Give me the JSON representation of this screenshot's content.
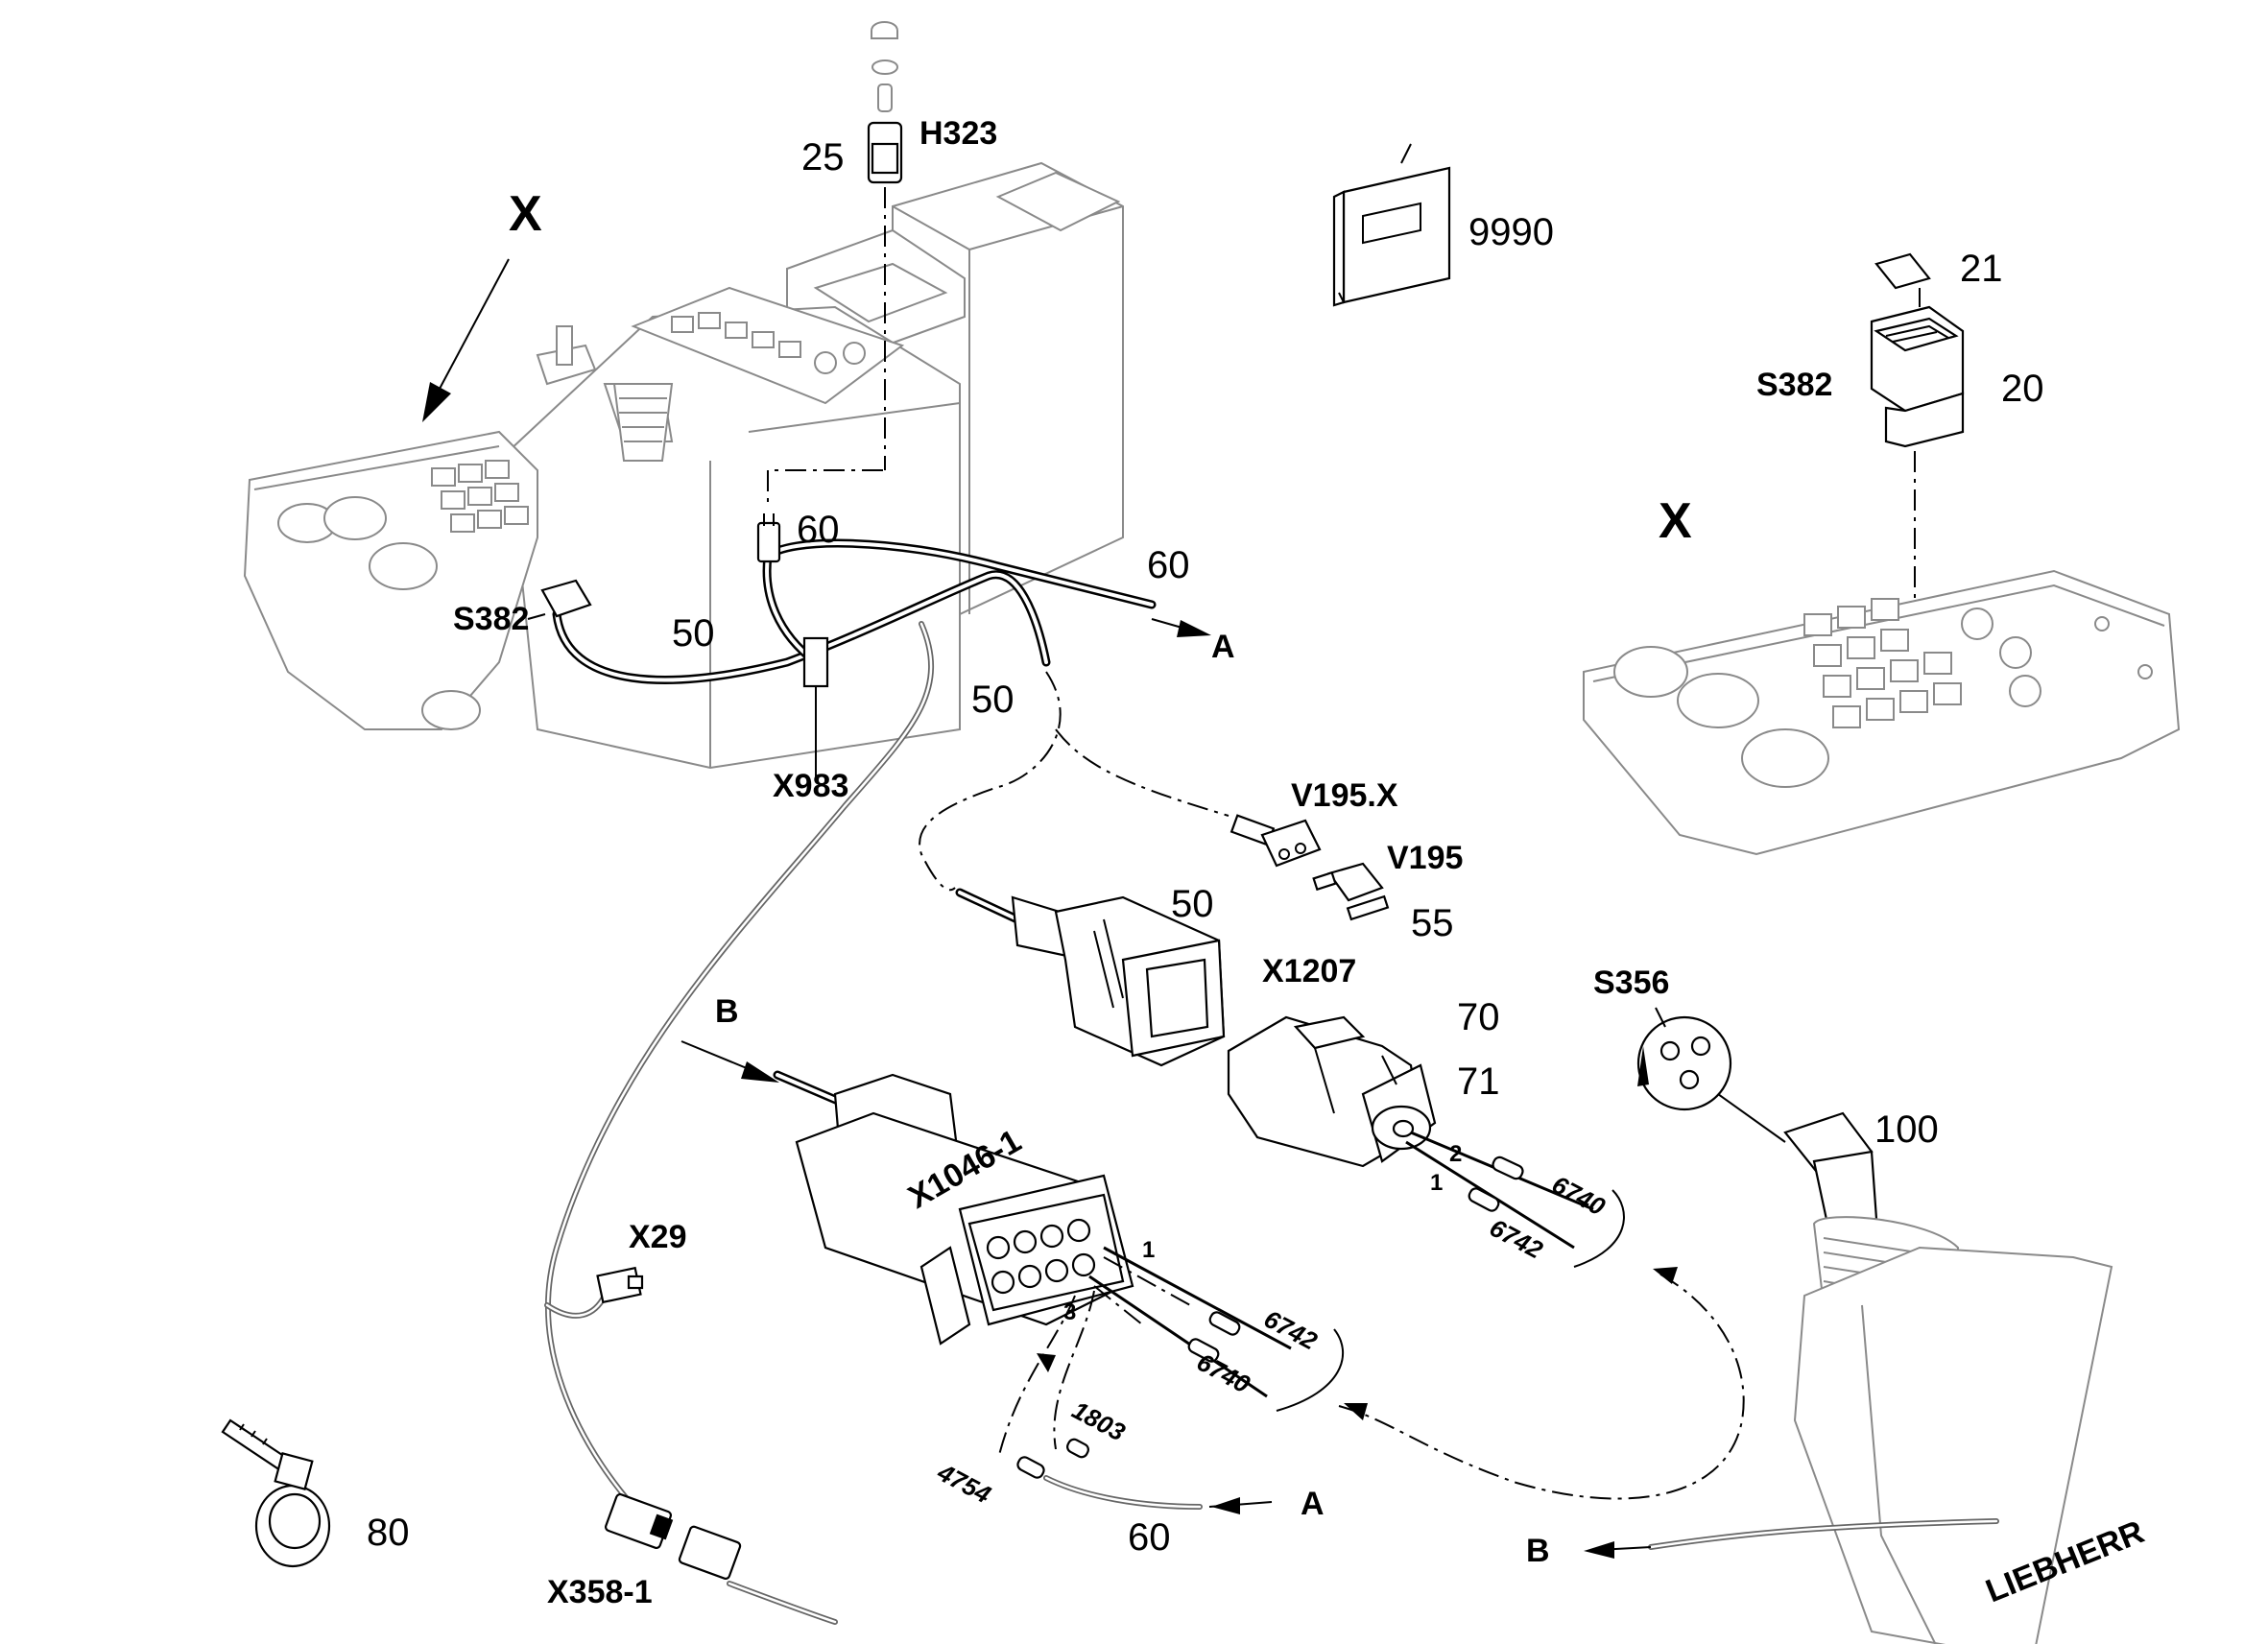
{
  "labels": {
    "x_main": "X",
    "x_detail": "X",
    "p25": "25",
    "h323": "H323",
    "p9990": "9990",
    "p21": "21",
    "s382_detail": "S382",
    "p20": "20",
    "p60_top": "60",
    "p60_right": "60",
    "arrow_a_top": "A",
    "s382_main": "S382",
    "p50_left": "50",
    "p50_mid": "50",
    "x983": "X983",
    "v195x": "V195.X",
    "v195": "V195",
    "p55": "55",
    "p50_conn": "50",
    "x1207": "X1207",
    "p70": "70",
    "p71": "71",
    "s356": "S356",
    "p100": "100",
    "arrow_b_left": "B",
    "x1046": "X1046-1",
    "pin2": "2",
    "pin1_right": "1",
    "w6740_right": "6740",
    "w6742_right": "6742",
    "pin1_left": "1",
    "pin3": "3",
    "w6742_left": "6742",
    "w6740_left": "6740",
    "w1803": "1803",
    "w4754": "4754",
    "arrow_a_bottom": "A",
    "p60_bottom": "60",
    "x29": "X29",
    "p80": "80",
    "x358": "X358-1",
    "arrow_b_bottom": "B",
    "brand": "LIEBHERR"
  }
}
